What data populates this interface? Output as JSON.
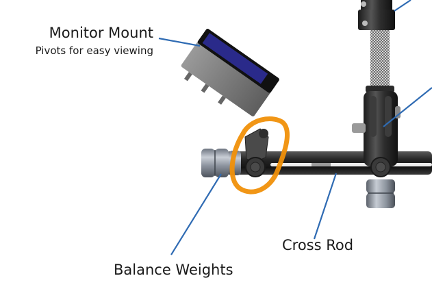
{
  "diagram": {
    "title": "Stabilizer component callouts",
    "callouts": [
      {
        "id": "monitor-mount",
        "label": "Monitor Mount",
        "sublabel": "Pivots for easy viewing"
      },
      {
        "id": "cross-rod",
        "label": "Cross Rod"
      },
      {
        "id": "balance-weights",
        "label": "Balance Weights"
      }
    ],
    "highlight": {
      "target": "monitor-mount-pivot",
      "shape": "ellipse-outline"
    },
    "colors": {
      "leader_line": "#2f6bb3",
      "highlight": "#f0900a",
      "monitor_screen": "#2a2a8a",
      "metal_dark": "#2b2b2b",
      "metal_light": "#8a8f96",
      "text": "#1a1a1a"
    }
  }
}
